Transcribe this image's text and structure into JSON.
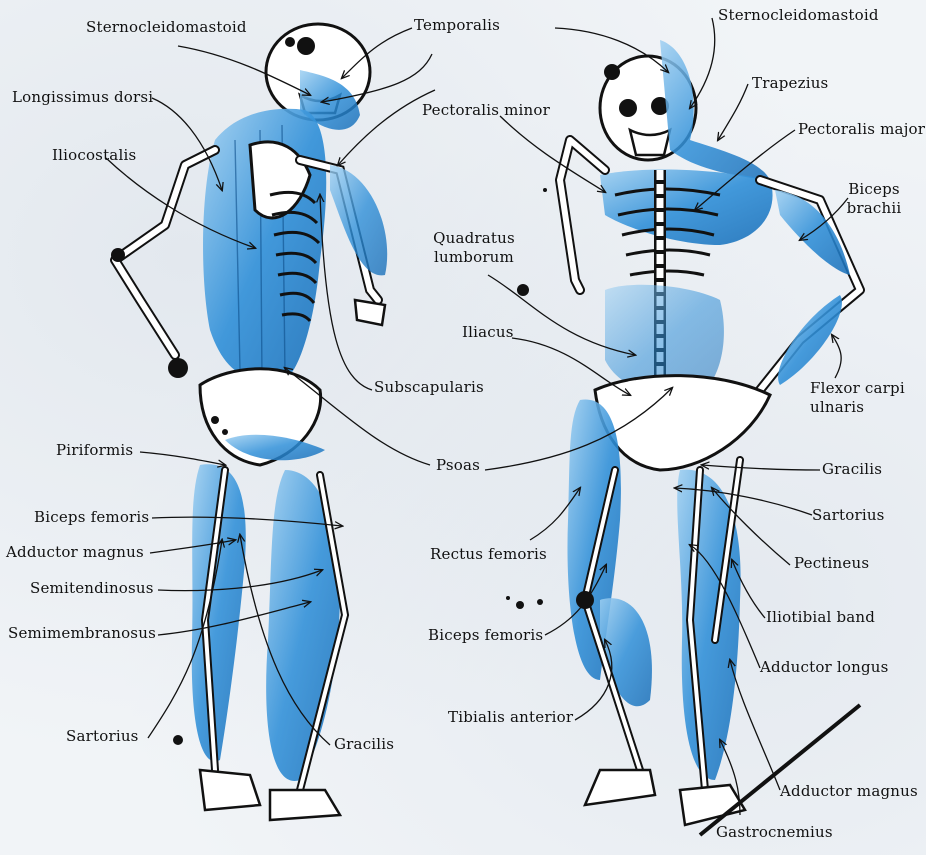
{
  "colors": {
    "muscle": "#2f8fd8",
    "muscle_light": "#8ec6ee",
    "bone": "#ffffff",
    "ink": "#111111",
    "paper": "#f1f4f7"
  },
  "labels": {
    "sternocleidomastoid_left": "Sternocleidomastoid",
    "longissimus_dorsi": "Longissimus dorsi",
    "iliocostalis": "Iliocostalis",
    "piriformis": "Piriformis",
    "biceps_femoris_left": "Biceps femoris",
    "adductor_magnus_left": "Adductor magnus",
    "semitendinosus": "Semitendinosus",
    "semimembranosus": "Semimembranosus",
    "sartorius_left": "Sartorius",
    "gracilis_left": "Gracilis",
    "temporalis": "Temporalis",
    "pectoralis_minor": "Pectoralis minor",
    "quadratus_lumborum_1": "Quadratus",
    "quadratus_lumborum_2": "lumborum",
    "iliacus": "Iliacus",
    "subscapularis": "Subscapularis",
    "psoas": "Psoas",
    "rectus_femoris": "Rectus femoris",
    "biceps_femoris_right": "Biceps femoris",
    "tibialis_anterior": "Tibialis anterior",
    "sternocleidomastoid_right": "Sternocleidomastoid",
    "trapezius": "Trapezius",
    "pectoralis_major": "Pectoralis major",
    "biceps_brachii_1": "Biceps",
    "biceps_brachii_2": "brachii",
    "flexor_carpi_ulnaris_1": "Flexor carpi",
    "flexor_carpi_ulnaris_2": "ulnaris",
    "gracilis_right": "Gracilis",
    "sartorius_right": "Sartorius",
    "pectineus": "Pectineus",
    "iliotibial_band": "Iliotibial band",
    "adductor_longus": "Adductor longus",
    "adductor_magnus_right": "Adductor magnus",
    "gastrocnemius": "Gastrocnemius"
  }
}
